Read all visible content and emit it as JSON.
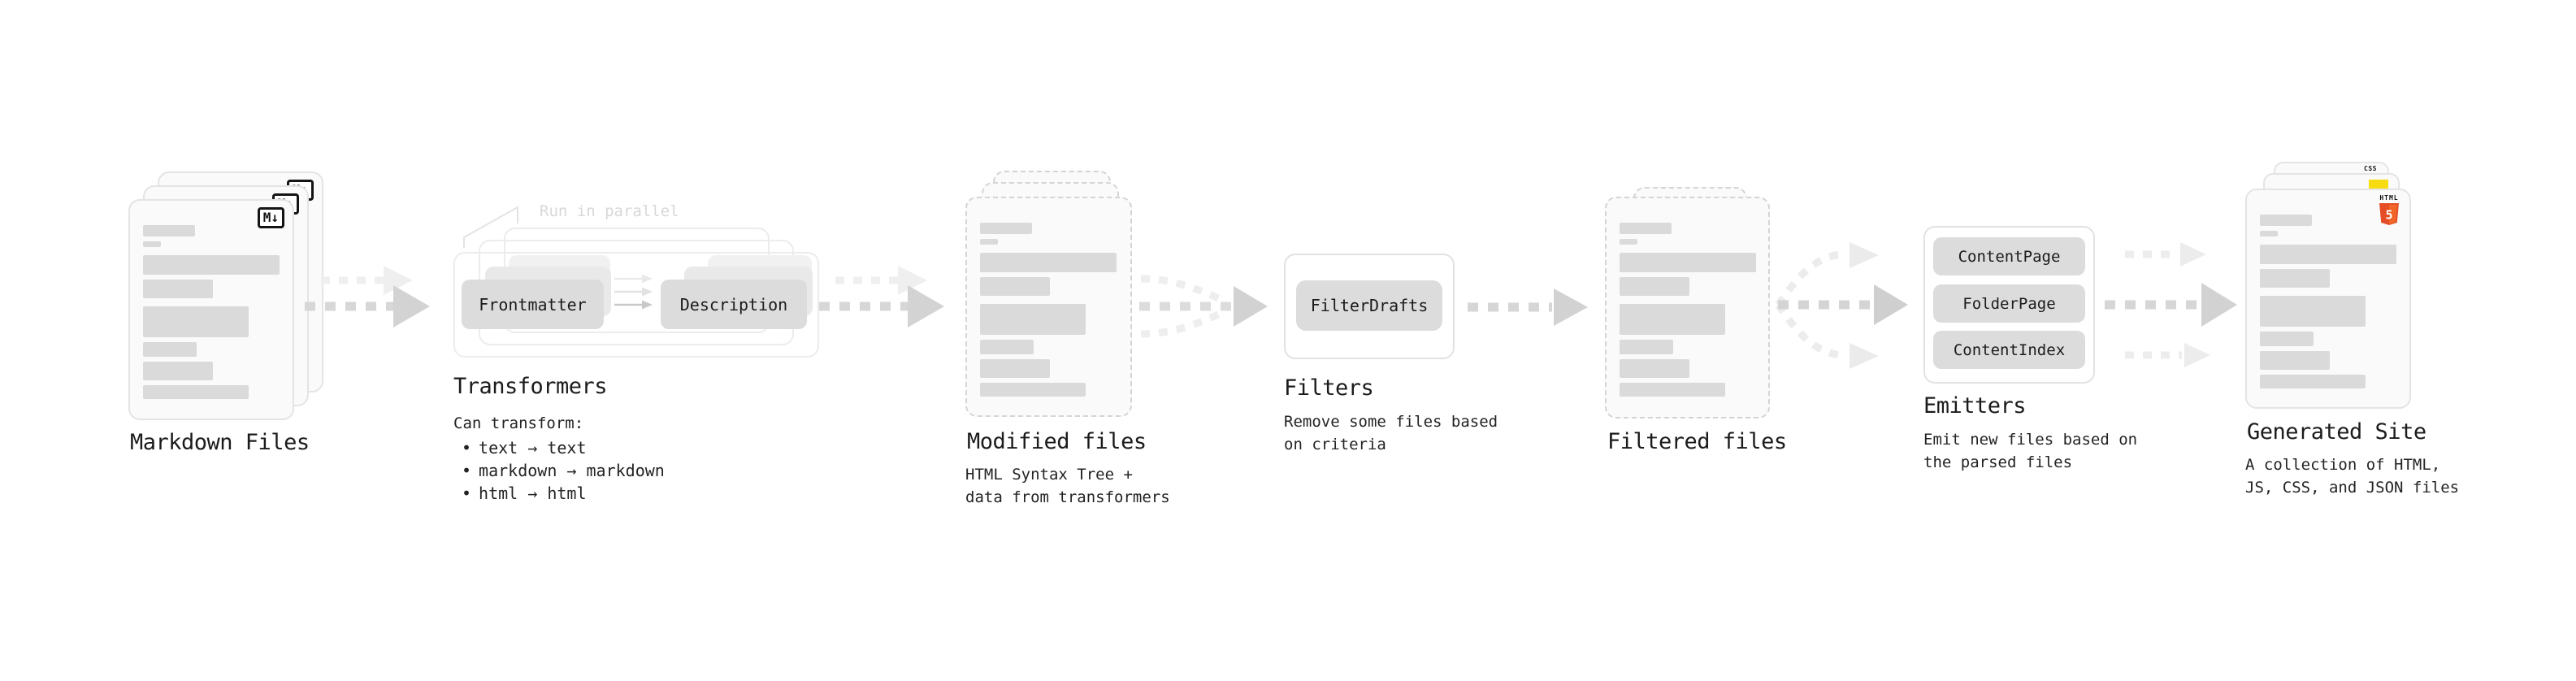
{
  "nodes": {
    "markdown_files": {
      "label": "Markdown Files",
      "badge_label": "M↓"
    },
    "transformers": {
      "label": "Transformers",
      "annotation": "Run in parallel",
      "buttons": [
        "Frontmatter",
        "Description"
      ],
      "caption_title": "Can transform:",
      "bullet_glyph": "•",
      "bullets": [
        "text → text",
        "markdown → markdown",
        "html → html"
      ]
    },
    "modified_files": {
      "label": "Modified files",
      "caption_lines": [
        "HTML Syntax Tree +",
        "data from transformers"
      ]
    },
    "filters": {
      "label": "Filters",
      "buttons": [
        "FilterDrafts"
      ],
      "caption_lines": [
        "Remove some files based",
        "on criteria"
      ]
    },
    "filtered_files": {
      "label": "Filtered files"
    },
    "emitters": {
      "label": "Emitters",
      "buttons": [
        "ContentPage",
        "FolderPage",
        "ContentIndex"
      ],
      "caption_lines": [
        "Emit new files based on",
        "the parsed files"
      ]
    },
    "generated_site": {
      "label": "Generated Site",
      "badges": {
        "css_label": "CSS",
        "html_label": "HTML",
        "html5_numeral": "5"
      },
      "caption_lines": [
        "A collection of HTML,",
        "JS, CSS, and JSON files"
      ]
    }
  },
  "colors": {
    "background": "#ffffff",
    "card_fill": "#fafafa",
    "card_border": "#e4e4e4",
    "dashed_border": "#d4d4d4",
    "bar_fill": "#dadada",
    "button_fill": "#dcdcdc",
    "text": "#1b1b1b",
    "muted_annotation": "#d8d8d8",
    "arrow_dark": "#d3d3d3",
    "arrow_light": "#ececec",
    "css_blue": "#2760e6",
    "js_yellow": "#f7dc11",
    "html5_orange": "#e44d26",
    "html5_orange_light": "#f16529"
  }
}
